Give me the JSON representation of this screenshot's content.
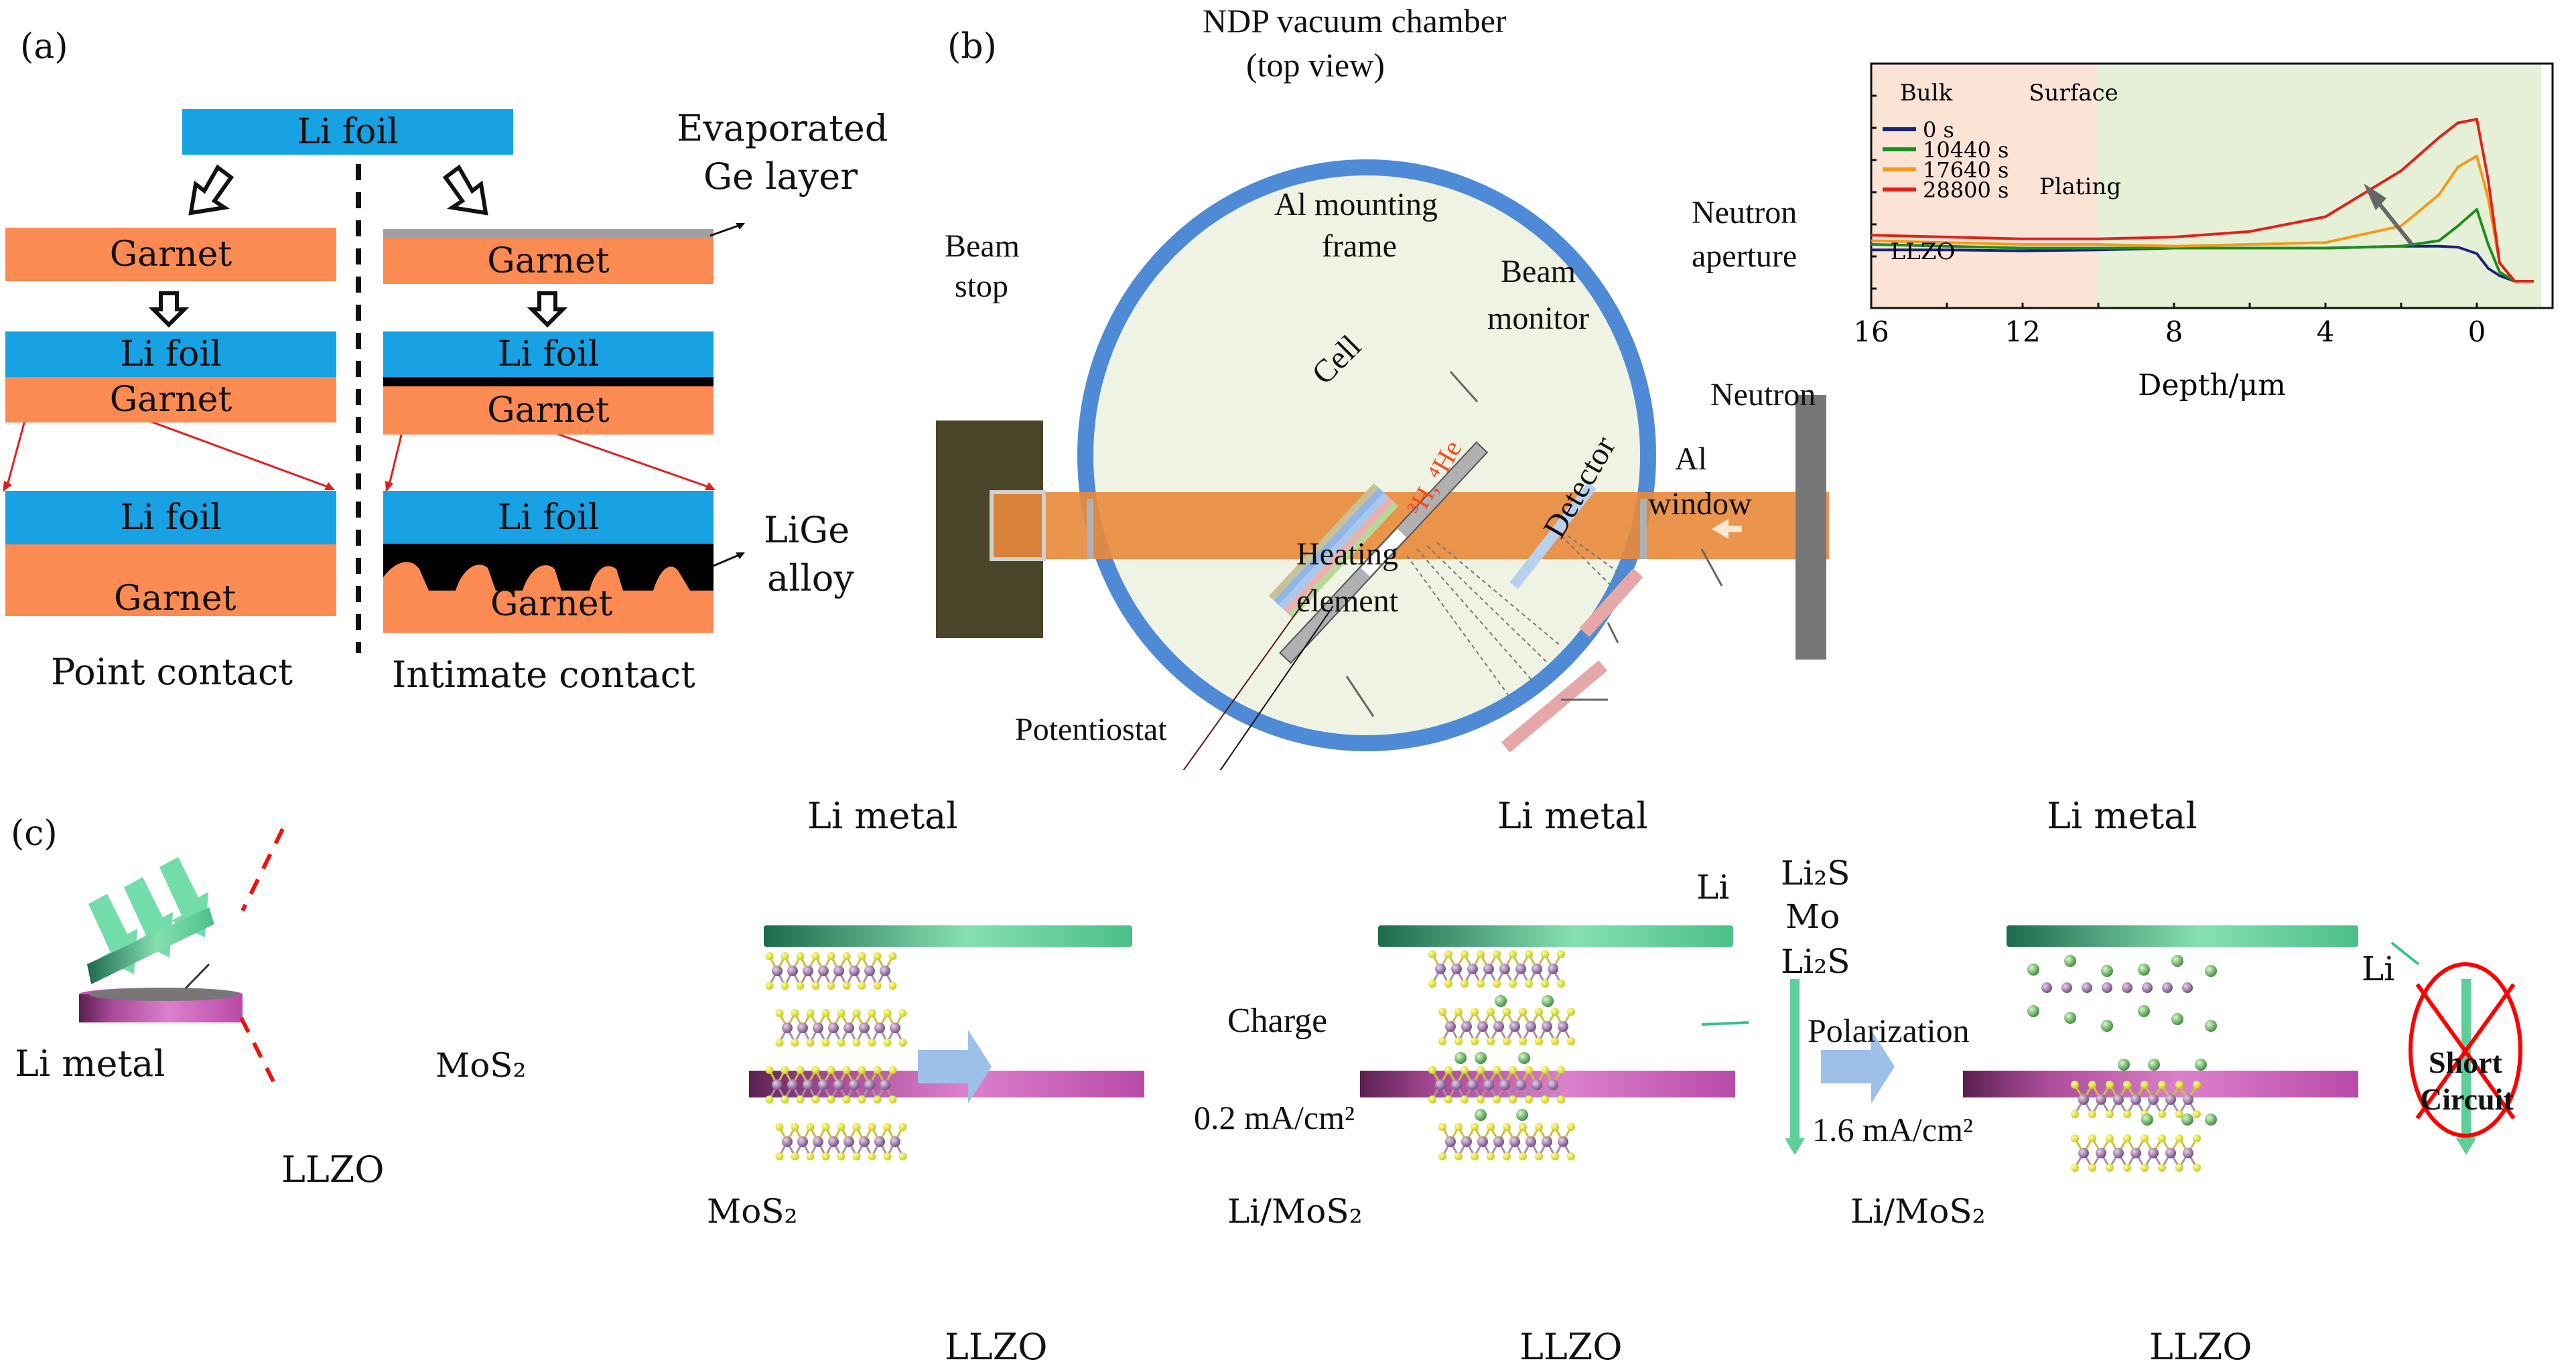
{
  "panel_a": {
    "label": "(a)",
    "top_layer": "Li foil",
    "garnet": "Garnet",
    "li_foil": "Li foil",
    "evaporated_label_line1": "Evaporated",
    "evaporated_label_line2": "Ge layer",
    "alloy_label_line1": "LiGe",
    "alloy_label_line2": "alloy",
    "caption_left": "Point contact",
    "caption_right": "Intimate contact",
    "colors": {
      "li_foil": "#18a1e3",
      "garnet": "#fc8a53",
      "ge_layer": "#a0a0a0",
      "alloy": "#000000",
      "zoom_arrow": "#e02020"
    }
  },
  "panel_b": {
    "label": "(b)",
    "chamber_title_line1": "NDP vacuum chamber",
    "chamber_title_line2": "(top view)",
    "beam_stop_line1": "Beam",
    "beam_stop_line2": "stop",
    "mounting_line1": "Al mounting",
    "mounting_line2": "frame",
    "cell": "Cell",
    "beam_monitor_line1": "Beam",
    "beam_monitor_line2": "monitor",
    "neutron_aperture_line1": "Neutron",
    "neutron_aperture_line2": "aperture",
    "neutron": "Neutron",
    "al_window_line1": "Al",
    "al_window_line2": "window",
    "detector": "Detector",
    "particles": "³H, ⁴He",
    "heating_line1": "Heating",
    "heating_line2": "element",
    "potentiostat": "Potentiostat",
    "colors": {
      "chamber_ring": "#4f8ad6",
      "chamber_fill": "#eef3e3",
      "beam": "#e8883a",
      "beam_stop": "#4a4428",
      "potentiostat": "#933434",
      "aperture": "#777777",
      "detector": "#e6a7a8",
      "particles_text": "#f05020"
    }
  },
  "chart_data": {
    "type": "line",
    "title": "",
    "xlabel": "Depth/μm",
    "ylabel": "",
    "x_ticks": [
      16,
      12,
      8,
      4,
      0
    ],
    "xlim": [
      16,
      -2
    ],
    "ylim": [
      0,
      1
    ],
    "x_reversed": true,
    "grid": false,
    "legend_position": "top-left",
    "regions": [
      {
        "name": "Bulk",
        "from": 16,
        "to": 10,
        "color": "#fbe4d6"
      },
      {
        "name": "Surface",
        "from": 10,
        "to": -1.7,
        "color": "#e6f0d6"
      }
    ],
    "annotations": [
      "LLZO",
      "Plating"
    ],
    "series": [
      {
        "name": "0 s",
        "color": "#1a237e",
        "x": [
          16,
          14,
          12,
          10,
          8,
          6,
          4,
          2,
          1,
          0.5,
          0,
          -0.3,
          -0.6,
          -1,
          -1.5
        ],
        "y": [
          0.17,
          0.17,
          0.165,
          0.17,
          0.18,
          0.18,
          0.18,
          0.19,
          0.19,
          0.185,
          0.15,
          0.07,
          0.03,
          0.0,
          0.0
        ]
      },
      {
        "name": "10440 s",
        "color": "#1e8c1e",
        "x": [
          16,
          14,
          12,
          10,
          8,
          6,
          4,
          2,
          1,
          0.5,
          0,
          -0.3,
          -0.6,
          -1,
          -1.5
        ],
        "y": [
          0.2,
          0.19,
          0.18,
          0.18,
          0.18,
          0.18,
          0.18,
          0.19,
          0.22,
          0.3,
          0.39,
          0.2,
          0.05,
          0.0,
          0.0
        ]
      },
      {
        "name": "17640 s",
        "color": "#f39a1a",
        "x": [
          16,
          14,
          12,
          10,
          8,
          6,
          4,
          2,
          1,
          0.5,
          0,
          -0.3,
          -0.6,
          -1,
          -1.5
        ],
        "y": [
          0.22,
          0.21,
          0.2,
          0.2,
          0.19,
          0.2,
          0.21,
          0.3,
          0.47,
          0.62,
          0.68,
          0.45,
          0.1,
          0.0,
          0.0
        ]
      },
      {
        "name": "28800 s",
        "color": "#e3201a",
        "x": [
          16,
          14,
          12,
          10,
          8,
          6,
          4,
          2,
          1,
          0.5,
          0,
          -0.3,
          -0.6,
          -1,
          -1.5
        ],
        "y": [
          0.25,
          0.24,
          0.23,
          0.23,
          0.24,
          0.27,
          0.35,
          0.6,
          0.78,
          0.86,
          0.88,
          0.55,
          0.1,
          0.0,
          0.0
        ]
      }
    ]
  },
  "chart_labels": {
    "bulk": "Bulk",
    "surface": "Surface",
    "llzo": "LLZO",
    "plating": "Plating"
  },
  "panel_c": {
    "label": "(c)",
    "li_metal": "Li metal",
    "mos2": "MoS₂",
    "llzo": "LLZO",
    "li_mos2": "Li/MoS₂",
    "li": "Li",
    "charge": "Charge",
    "charge_current": "0.2 mA/cm²",
    "polarization": "Polarization",
    "polarization_current": "1.6 mA/cm²",
    "li2s": "Li₂S",
    "mo": "Mo",
    "short_line1": "Short",
    "short_line2": "Circuit",
    "colors": {
      "li_metal": "#5fcf9a",
      "llzo": "#c054ac",
      "s_atom": "#e0e020",
      "mo_atom": "#8a5a8a",
      "li_atom": "#4caf50",
      "arrow_blue": "#9cc0e8",
      "no_symbol": "#ff0000"
    }
  }
}
